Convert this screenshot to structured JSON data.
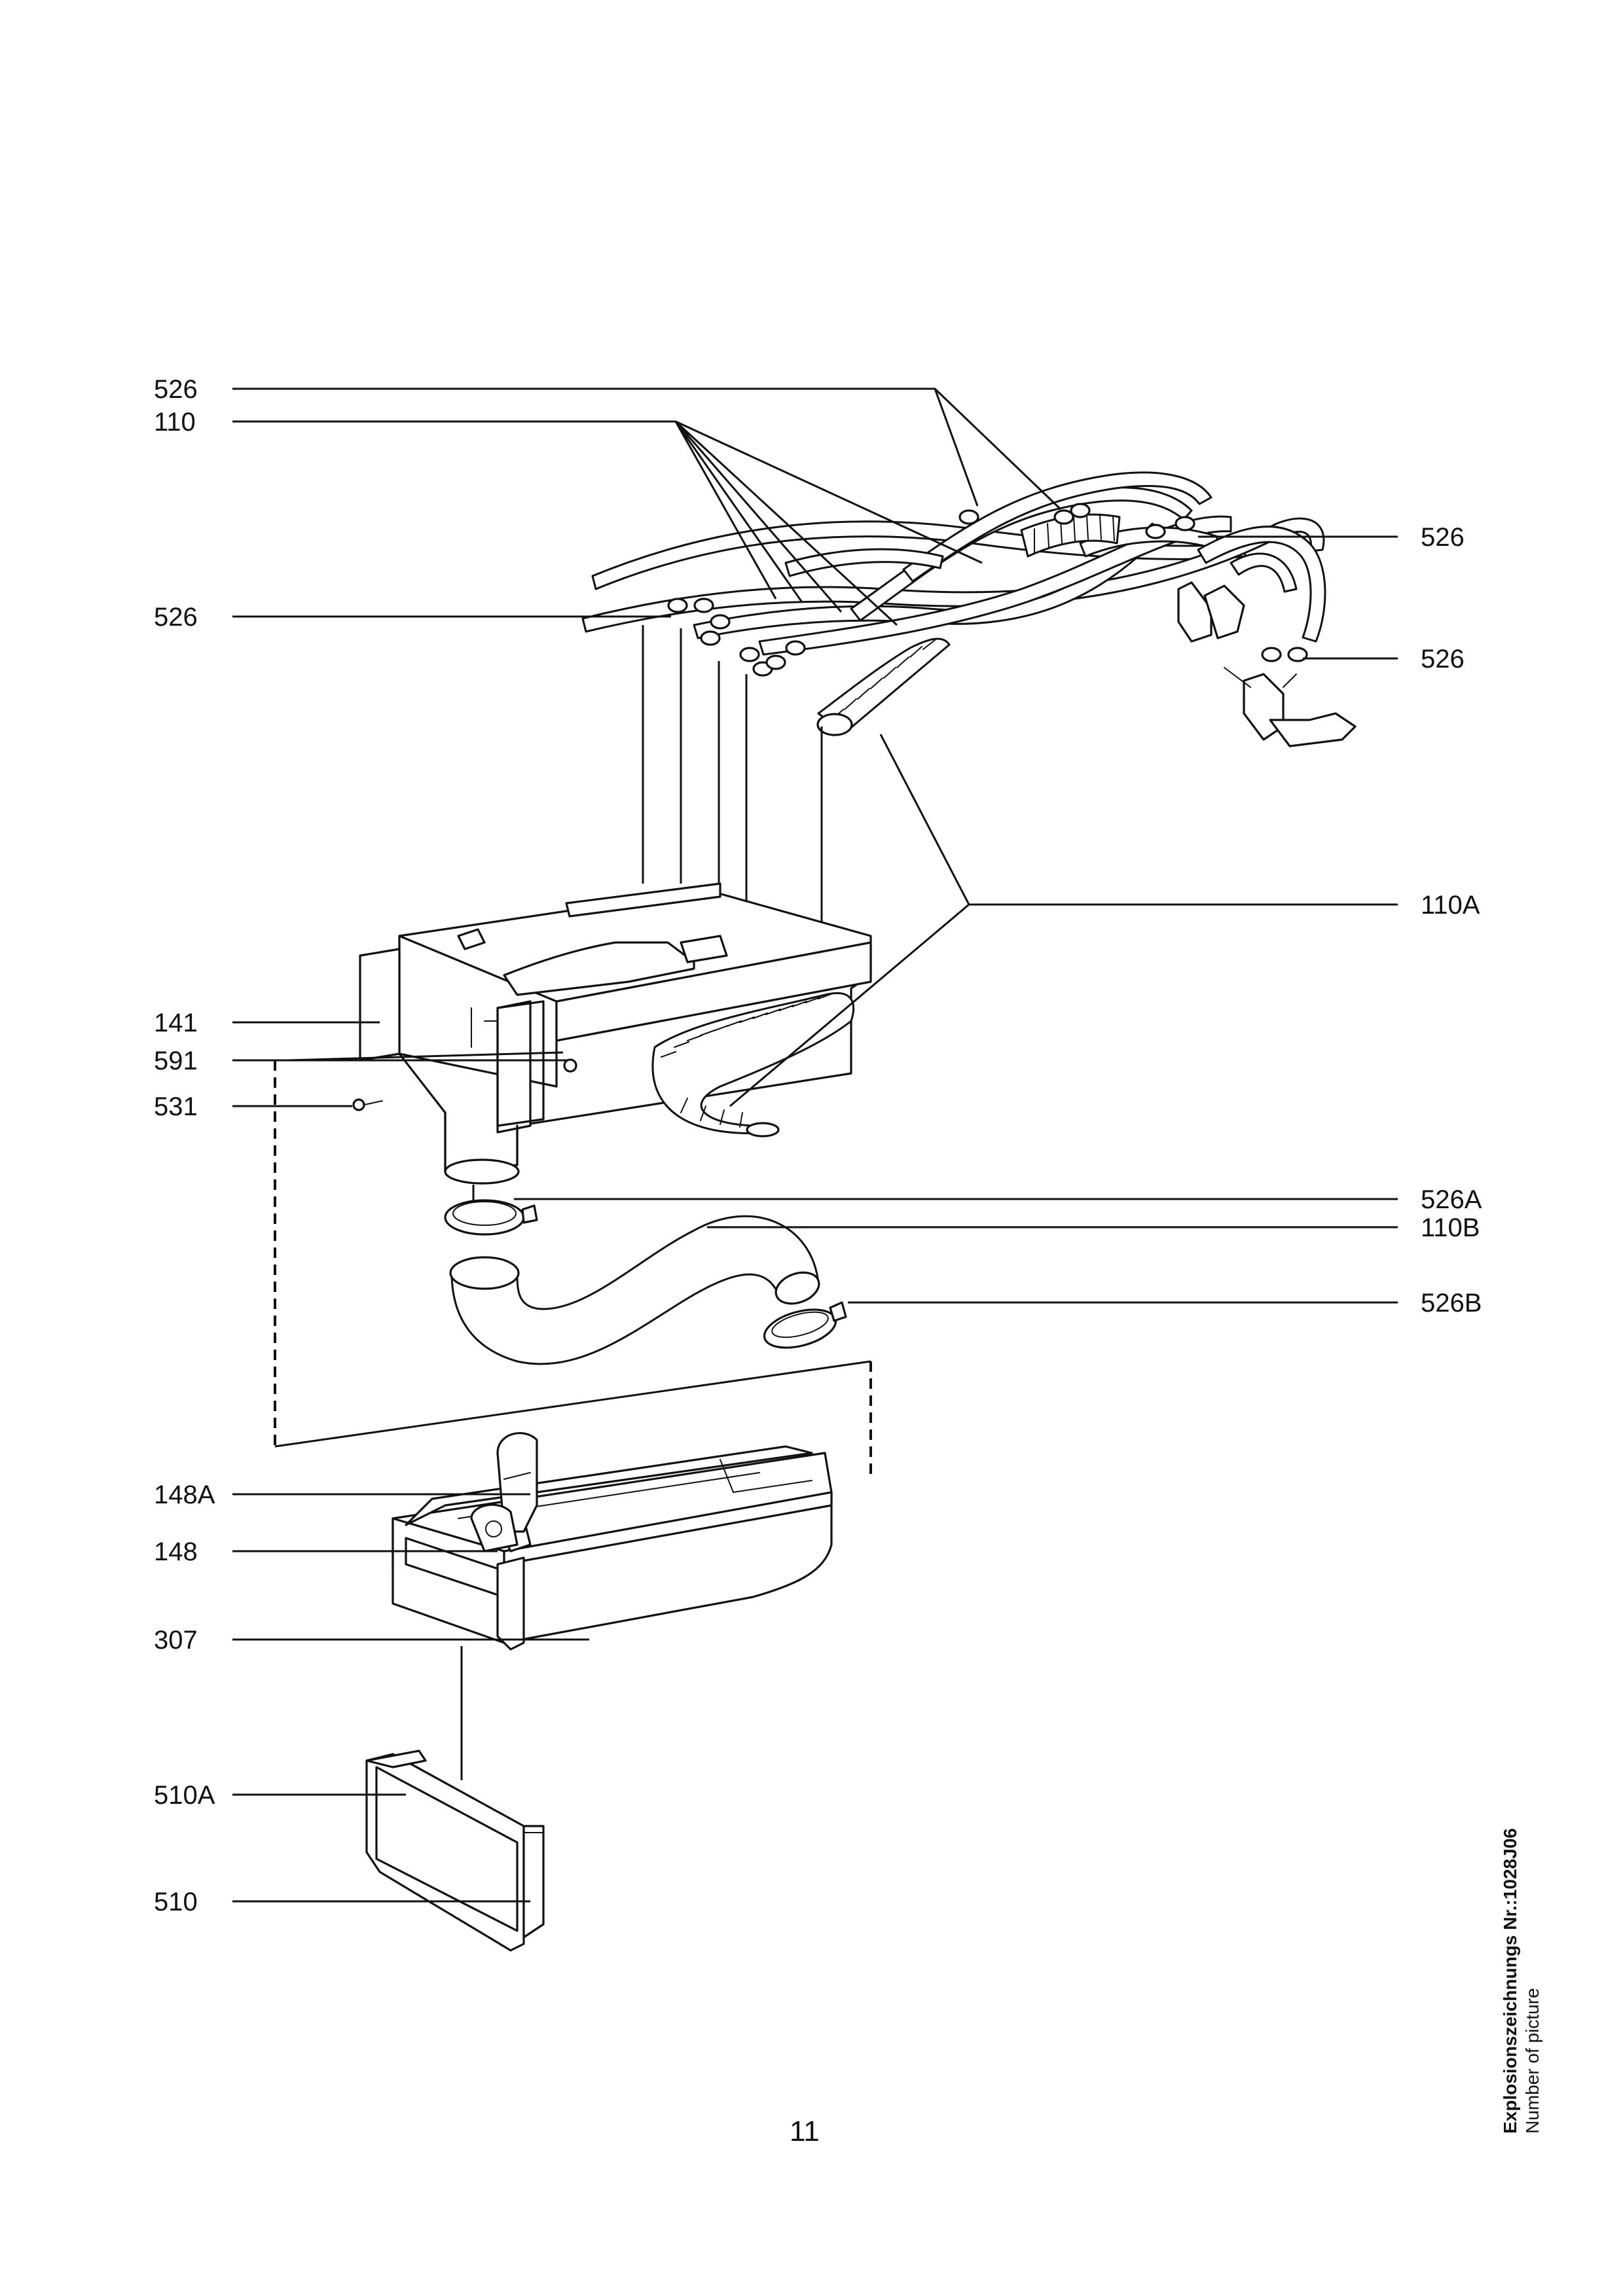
{
  "callouts": [
    {
      "id": "l1",
      "text": "526"
    },
    {
      "id": "l2",
      "text": "110"
    },
    {
      "id": "l3",
      "text": "526"
    },
    {
      "id": "r1",
      "text": "526"
    },
    {
      "id": "r2",
      "text": "526"
    },
    {
      "id": "r3",
      "text": "110A"
    },
    {
      "id": "l4",
      "text": "141"
    },
    {
      "id": "l5",
      "text": "591"
    },
    {
      "id": "l6",
      "text": "531"
    },
    {
      "id": "r4",
      "text": "526A"
    },
    {
      "id": "r5",
      "text": "110B"
    },
    {
      "id": "r6",
      "text": "526B"
    },
    {
      "id": "l7",
      "text": "148A"
    },
    {
      "id": "l8",
      "text": "148"
    },
    {
      "id": "l9",
      "text": "307"
    },
    {
      "id": "l10",
      "text": "510A"
    },
    {
      "id": "l11",
      "text": "510"
    }
  ],
  "footer": {
    "page_number": "11",
    "drawing_title": "Explosionszeichnungs Nr.:1028J06",
    "drawing_subtitle": "Number of picture"
  }
}
